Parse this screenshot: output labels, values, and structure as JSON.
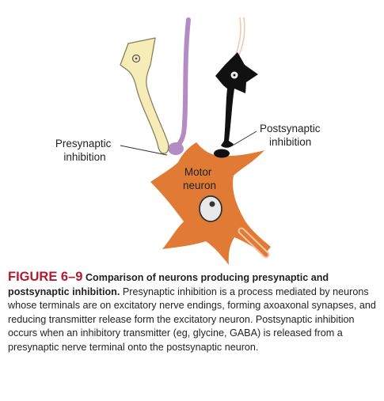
{
  "labels": {
    "presynaptic": [
      "Presynaptic",
      "inhibition"
    ],
    "postsynaptic": [
      "Postsynaptic",
      "inhibition"
    ],
    "motor_neuron": [
      "Motor",
      "neuron"
    ]
  },
  "caption": {
    "figure_number": "FIGURE 6–9",
    "title": "Comparison of neurons producing presynaptic and postsynaptic inhibition.",
    "body": "Presynaptic inhibition is a process mediated by neurons whose terminals are on excitatory nerve endings, forming axoaxonal synapses, and reducing transmitter release form the excitatory neuron. Postsynaptic inhibition occurs when an inhibitory transmitter (eg, glycine, GABA) is released from a presynaptic nerve terminal onto the postsynaptic neuron."
  },
  "colors": {
    "motor_neuron": "#e07a34",
    "excitatory_neuron": "#f6ecb8",
    "presynaptic_axon": "#b48cc4",
    "inhibitory_neuron": "#111111",
    "figure_number": "#b01c2e"
  }
}
